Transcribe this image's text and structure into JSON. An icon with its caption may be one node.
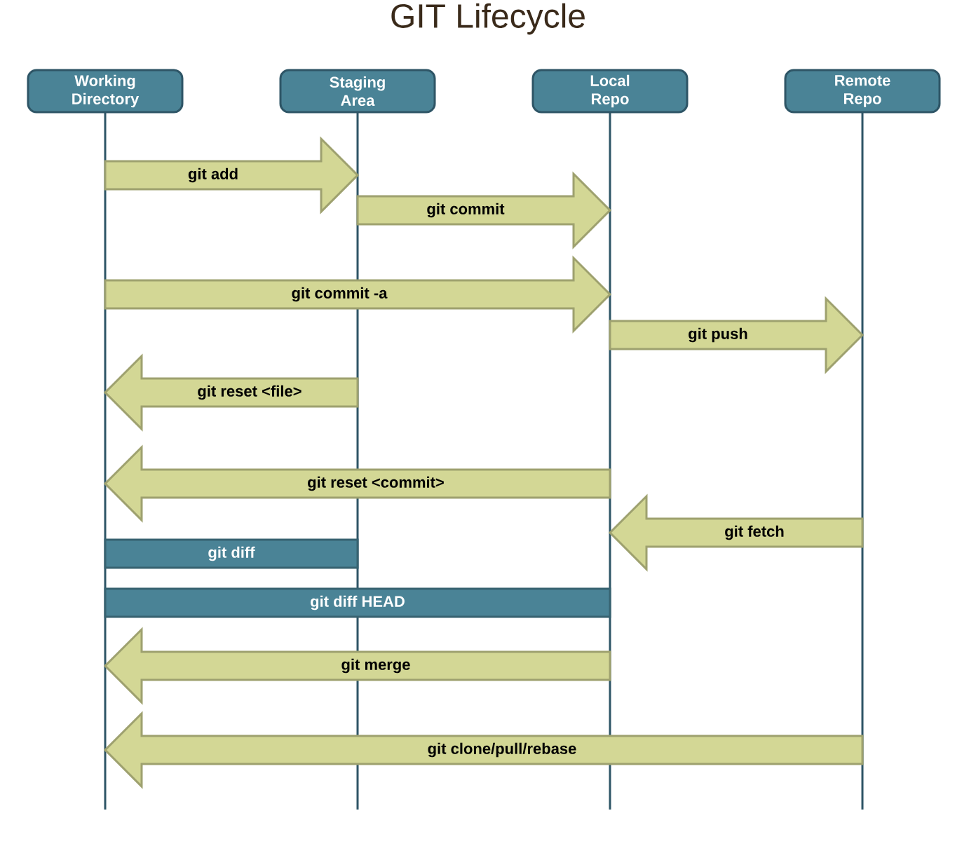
{
  "diagram": {
    "title": "GIT Lifecycle",
    "nodes": [
      {
        "text": [
          "Working Directory"
        ]
      },
      {
        "text": [
          "Staging Area"
        ]
      },
      {
        "text": [
          "Local Repo"
        ]
      },
      {
        "text": [
          "Remote Repo"
        ]
      }
    ],
    "edges": [
      {
        "from": 0,
        "to": 1,
        "arrow": "to",
        "label": "git add"
      },
      {
        "from": 1,
        "to": 2,
        "arrow": "to",
        "label": "git commit"
      },
      {
        "from": 0,
        "to": 2,
        "arrow": "to",
        "label": "git commit -a"
      },
      {
        "from": 2,
        "to": 3,
        "arrow": "to",
        "label": "git push"
      },
      {
        "from": 1,
        "to": 0,
        "arrow": "to",
        "label": "git reset <file>"
      },
      {
        "from": 2,
        "to": 0,
        "arrow": "to",
        "label": "git reset <commit>"
      },
      {
        "from": 3,
        "to": 2,
        "arrow": "to",
        "label": "git fetch"
      },
      {
        "from": 0,
        "to": 1,
        "arrow": "none",
        "label": "git diff",
        "color": "#4a8396"
      },
      {
        "from": 0,
        "to": 2,
        "arrow": "none",
        "label": "git diff HEAD",
        "color": "#4a8396"
      },
      {
        "from": 2,
        "to": 0,
        "arrow": "to",
        "label": "git merge"
      },
      {
        "from": 3,
        "to": 0,
        "arrow": "to",
        "label": "git clone/pull/rebase"
      }
    ]
  }
}
